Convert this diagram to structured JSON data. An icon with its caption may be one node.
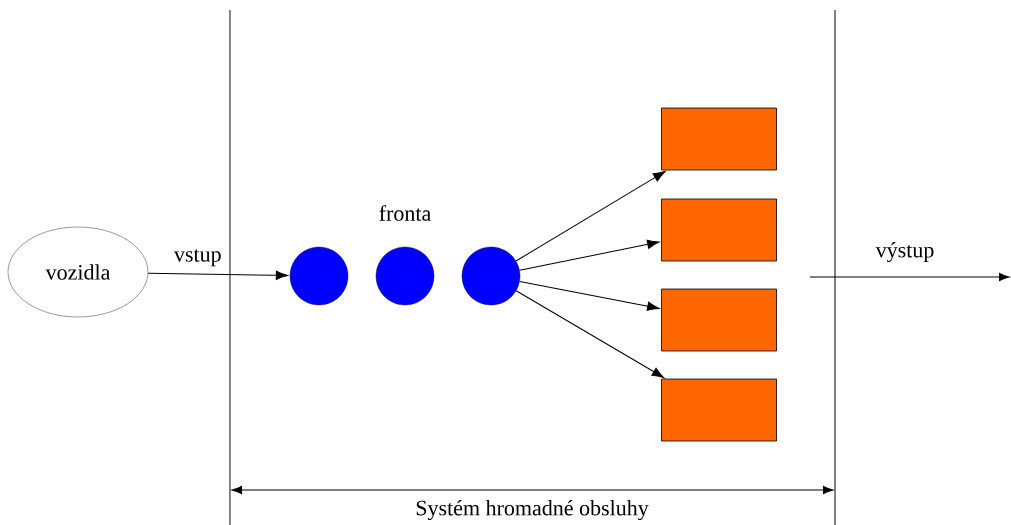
{
  "diagram": {
    "nodes": [
      {
        "text": [
          "vozidla"
        ]
      },
      {
        "text": [],
        "shape": "circle"
      },
      {
        "text": [],
        "shape": "circle"
      },
      {
        "text": [],
        "shape": "circle"
      },
      {
        "text": [],
        "shape": "box"
      },
      {
        "text": [],
        "shape": "box"
      },
      {
        "text": [],
        "shape": "box"
      },
      {
        "text": [],
        "shape": "box"
      }
    ],
    "edges": [
      {
        "from": 0,
        "to": 1,
        "arrow": "to",
        "label": "vstup"
      },
      {
        "from": 3,
        "to": 4,
        "arrow": "to"
      },
      {
        "from": 3,
        "to": 5,
        "arrow": "to"
      },
      {
        "from": 3,
        "to": 6,
        "arrow": "to"
      },
      {
        "from": 3,
        "to": 7,
        "arrow": "to"
      }
    ],
    "labels": [
      "fronta",
      "výstup",
      "Systém hromadné obsluhy"
    ]
  }
}
